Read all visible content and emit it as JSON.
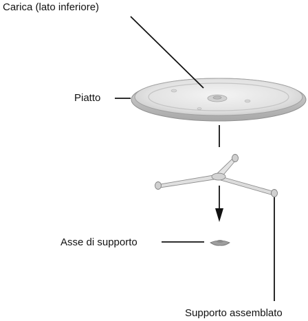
{
  "labels": {
    "carica": "Carica (lato inferiore)",
    "piatto": "Piatto",
    "asse": "Asse di supporto",
    "supporto": "Supporto assemblato"
  },
  "colors": {
    "leader_line": "#111111",
    "plate_fill": "#e6e6e6",
    "plate_edge": "#9a9a9a",
    "support_fill": "#e2e2e2",
    "support_edge": "#8a8a8a"
  }
}
